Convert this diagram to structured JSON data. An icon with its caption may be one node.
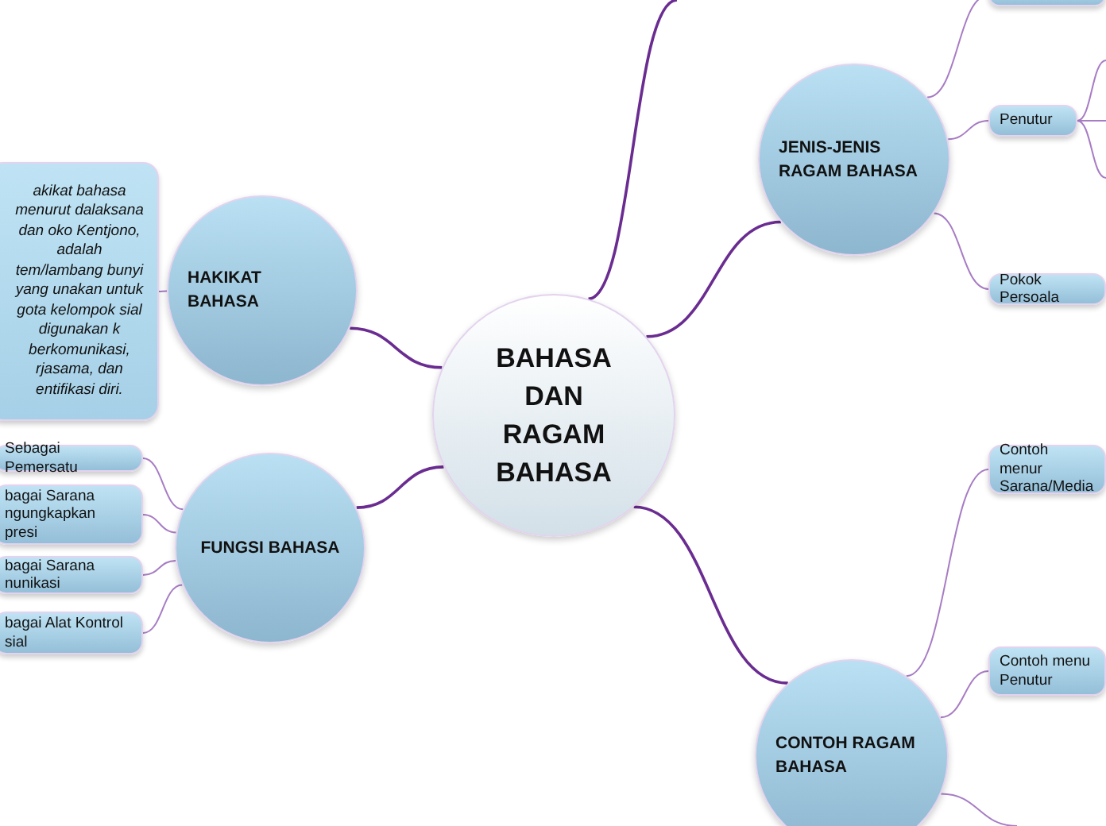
{
  "diagram": {
    "nodes": [
      {
        "text": [
          "BAHASA DAN RAGAM BAHASA"
        ]
      },
      {
        "text": [
          "HAKIKAT BAHASA"
        ]
      },
      {
        "text": [
          "akikat bahasa menurut dalaksana dan oko Kentjono, adalah tem/lambang bunyi yang unakan untuk gota kelompok sial digunakan k berkomunikasi, rjasama, dan entifikasi diri."
        ]
      },
      {
        "text": [
          "FUNGSI BAHASA"
        ]
      },
      {
        "text": [
          "Sebagai Pemersatu"
        ]
      },
      {
        "text": [
          "bagai Sarana ngungkapkan presi"
        ]
      },
      {
        "text": [
          "bagai Sarana nunikasi"
        ]
      },
      {
        "text": [
          "bagai Alat Kontrol sial"
        ]
      },
      {
        "text": [
          "JENIS-JENIS RAGAM BAHASA"
        ]
      },
      {
        "text": [],
        "shape": "box"
      },
      {
        "text": [
          "Penutur"
        ]
      },
      {
        "text": [
          "Pokok Persoala"
        ]
      },
      {
        "text": [
          "CONTOH RAGAM BAHASA"
        ]
      },
      {
        "text": [
          "Contoh menur Sarana/Media"
        ]
      },
      {
        "text": [
          "Contoh menu Penutur"
        ]
      }
    ],
    "edges": [
      {
        "from": 0,
        "to": null,
        "arrow": "none"
      },
      {
        "from": 0,
        "to": 1,
        "arrow": "none"
      },
      {
        "from": 0,
        "to": 3,
        "arrow": "none"
      },
      {
        "from": 0,
        "to": 8,
        "arrow": "none"
      },
      {
        "from": 0,
        "to": 12,
        "arrow": "none"
      },
      {
        "from": 1,
        "to": 2,
        "arrow": "none"
      },
      {
        "from": 3,
        "to": 4,
        "arrow": "none"
      },
      {
        "from": 3,
        "to": 5,
        "arrow": "none"
      },
      {
        "from": 3,
        "to": 6,
        "arrow": "none"
      },
      {
        "from": 3,
        "to": 7,
        "arrow": "none"
      },
      {
        "from": 8,
        "to": 9,
        "arrow": "none"
      },
      {
        "from": 8,
        "to": 10,
        "arrow": "none"
      },
      {
        "from": 8,
        "to": 11,
        "arrow": "none"
      },
      {
        "from": 10,
        "to": null,
        "arrow": "none"
      },
      {
        "from": 10,
        "to": null,
        "arrow": "none"
      },
      {
        "from": 10,
        "to": null,
        "arrow": "none"
      },
      {
        "from": 12,
        "to": 13,
        "arrow": "none"
      },
      {
        "from": 12,
        "to": 14,
        "arrow": "none"
      },
      {
        "from": 12,
        "to": null,
        "arrow": "none"
      }
    ]
  }
}
